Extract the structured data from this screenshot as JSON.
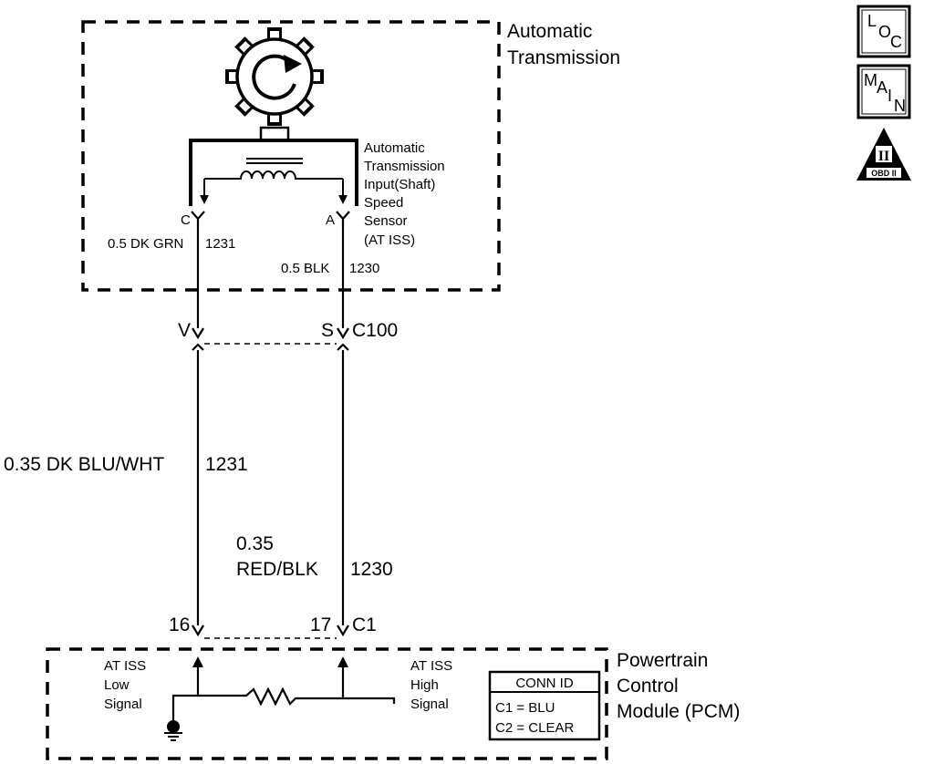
{
  "transmission": {
    "title_line1": "Automatic",
    "title_line2": "Transmission"
  },
  "sensor": {
    "label_lines": [
      "Automatic",
      "Transmission",
      "Input(Shaft)",
      "Speed",
      "Sensor",
      "(AT ISS)"
    ],
    "pin_c": "C",
    "pin_a": "A"
  },
  "wires": {
    "upper_left": "0.5 DK GRN",
    "upper_left_circuit": "1231",
    "upper_right": "0.5 BLK",
    "upper_right_circuit": "1230",
    "lower_left": "0.35 DK BLU/WHT",
    "lower_left_circuit": "1231",
    "lower_right_line1": "0.35",
    "lower_right_line2": "RED/BLK",
    "lower_right_circuit": "1230"
  },
  "connector_c100": {
    "pin_left": "V",
    "pin_right": "S",
    "name": "C100"
  },
  "pcm_connector": {
    "pin_left": "16",
    "pin_right": "17",
    "name": "C1"
  },
  "pcm": {
    "title_line1": "Powertrain",
    "title_line2": "Control",
    "title_line3": "Module (PCM)",
    "low_signal": [
      "AT ISS",
      "Low",
      "Signal"
    ],
    "high_signal": [
      "AT ISS",
      "High",
      "Signal"
    ]
  },
  "conn_id": {
    "header": "CONN ID",
    "rows": [
      "C1 = BLU",
      "C2 = CLEAR"
    ]
  },
  "badges": {
    "loc": [
      "L",
      "O",
      "C"
    ],
    "main": [
      "M",
      "A",
      "I",
      "N"
    ],
    "obd_top": "II",
    "obd_bottom": "OBD II"
  }
}
